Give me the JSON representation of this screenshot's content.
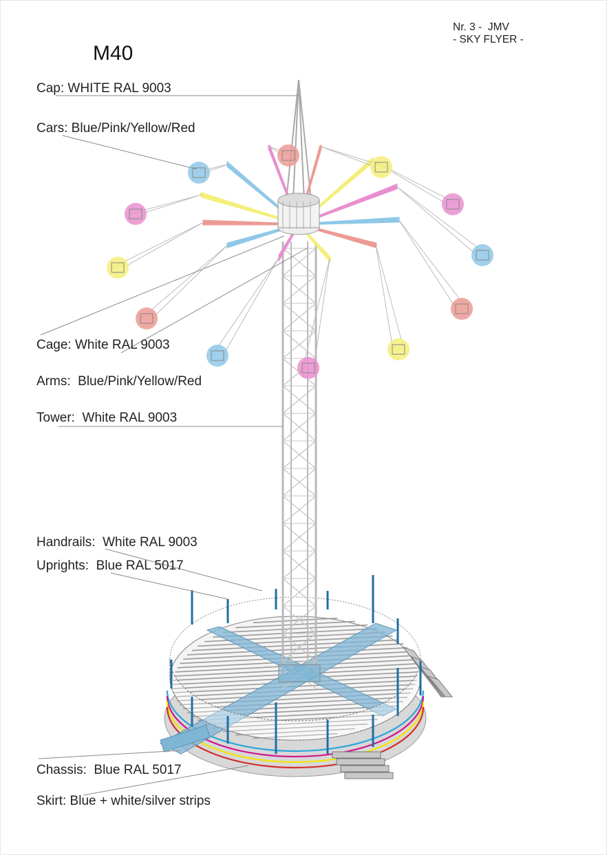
{
  "title": "M40",
  "reference": {
    "line1": "Nr. 3 -  JMV",
    "line2": "- SKY FLYER -"
  },
  "labels": {
    "cap": "Cap: WHITE RAL 9003",
    "cars": "Cars: Blue/Pink/Yellow/Red",
    "cage": "Cage: White RAL 9003",
    "arms": "Arms:  Blue/Pink/Yellow/Red",
    "tower": "Tower:  White RAL 9003",
    "handrails": "Handrails:  White RAL 9003",
    "uprights": "Uprights:  Blue RAL 5017",
    "chassis": "Chassis:  Blue RAL 5017",
    "skirt": "Skirt: Blue + white/silver strips"
  },
  "colors": {
    "blue": "#8fc8e8",
    "pink": "#e98fcf",
    "yellow": "#f3ef7a",
    "red": "#ec9a94",
    "upright": "#1f6fa3",
    "chassis": "#7fb6d6",
    "structure": "#b9b9b9"
  },
  "car_colors": [
    "blue",
    "red",
    "yellow",
    "pink",
    "pink",
    "blue",
    "yellow",
    "red",
    "red",
    "yellow",
    "blue",
    "pink"
  ],
  "skirt_strips": [
    "#2aa7d8",
    "#d0168c",
    "#f2e500",
    "#d32f2f"
  ]
}
